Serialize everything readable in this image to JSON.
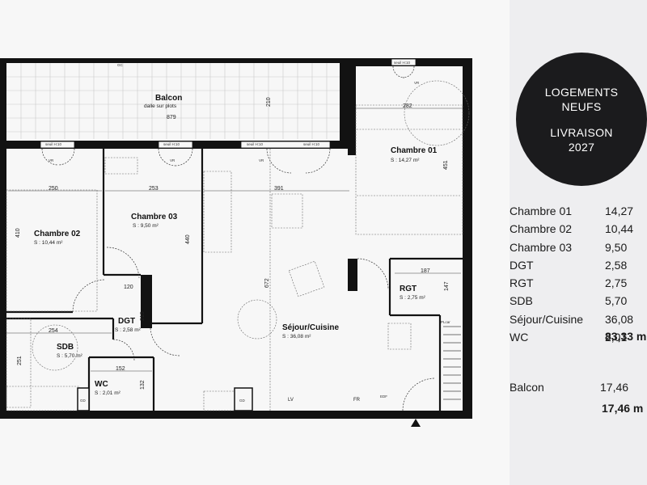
{
  "plan": {
    "balcony": {
      "name": "Balcon",
      "note": "dalle sur plots",
      "width_dim": "879",
      "depth_dim": "210",
      "corner": "GC"
    },
    "rooms": [
      {
        "id": "chambre-01",
        "name": "Chambre 01",
        "area": "S : 14,27 m²"
      },
      {
        "id": "chambre-02",
        "name": "Chambre 02",
        "area": "S : 10,44 m²"
      },
      {
        "id": "chambre-03",
        "name": "Chambre 03",
        "area": "S : 9,50 m²"
      },
      {
        "id": "dgt",
        "name": "DGT",
        "area": "S : 2,58 m²"
      },
      {
        "id": "rgt",
        "name": "RGT",
        "area": "S : 2,75 m²"
      },
      {
        "id": "sdb",
        "name": "SDB",
        "area": "S : 5,70 m²"
      },
      {
        "id": "sejour",
        "name": "Séjour/Cuisine",
        "area": "S : 36,08 m²"
      },
      {
        "id": "wc",
        "name": "WC",
        "area": "S : 2,01 m²"
      }
    ],
    "dims": {
      "ch01_width": "282",
      "ch01_depth": "451",
      "ch02_width": "250",
      "ch02_depth": "410",
      "ch03_width": "253",
      "ch03_depth": "440",
      "sejour_width": "391",
      "sejour_depth": "672",
      "rgt_width": "187",
      "rgt_depth": "147",
      "dgt_width": "120",
      "dgt_depth": "215",
      "sdb_width": "254",
      "sdb_depth": "251",
      "wc_width": "152",
      "wc_depth": "132"
    },
    "fixtures": {
      "gd": "GD",
      "lv": "LV",
      "fr": "FR",
      "edf": "EDF",
      "placard": "PLcar",
      "vr": "VR",
      "window": "seuil H:10"
    }
  },
  "badge": {
    "line1": "LOGEMENTS",
    "line2": "NEUFS",
    "line3": "LIVRAISON",
    "line4": "2027"
  },
  "areas": [
    {
      "name": "Chambre 01",
      "value": "14,27"
    },
    {
      "name": "Chambre 02",
      "value": "10,44"
    },
    {
      "name": "Chambre 03",
      "value": "9,50"
    },
    {
      "name": "DGT",
      "value": "2,58"
    },
    {
      "name": "RGT",
      "value": "2,75"
    },
    {
      "name": "SDB",
      "value": "5,70"
    },
    {
      "name": "Séjour/Cuisine",
      "value": "36,08"
    },
    {
      "name": "WC",
      "value": "2,01"
    }
  ],
  "total": "83,33 m",
  "balcon": {
    "name": "Balcon",
    "value": "17,46",
    "total": "17,46 m"
  },
  "colors": {
    "wall": "#121212",
    "paper": "#f7f7f7",
    "background": "#eeeef0",
    "badge": "#1b1b1d"
  }
}
